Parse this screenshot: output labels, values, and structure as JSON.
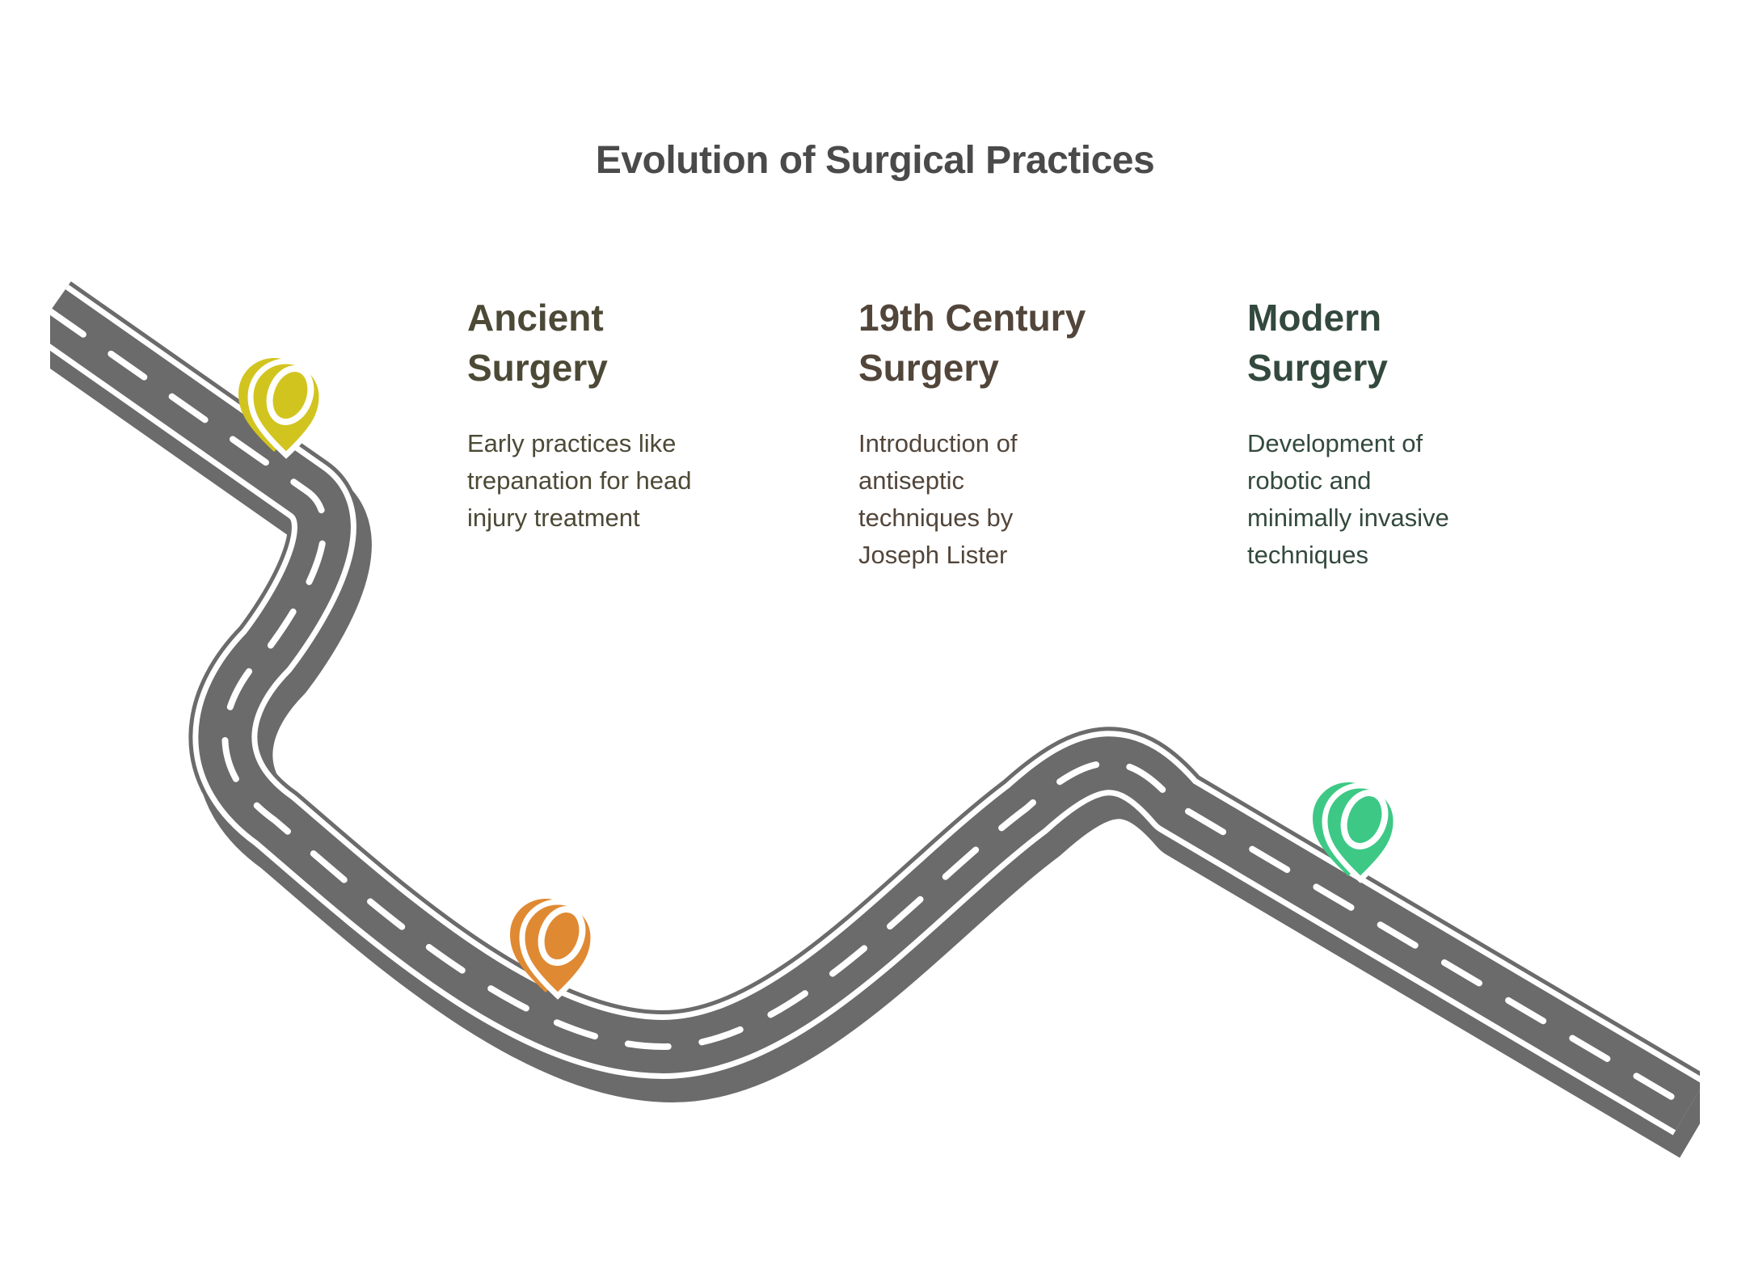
{
  "title": "Evolution of Surgical Practices",
  "title_color": "#4a4a4a",
  "road": {
    "color": "#6b6b6b",
    "line_color": "#ffffff"
  },
  "milestones": [
    {
      "heading_lines": [
        "Ancient",
        "Surgery"
      ],
      "description_lines": [
        "Early practices like",
        "trepanation for head",
        "injury treatment"
      ],
      "pin_color": "#d2c41f",
      "text_color": "#4c4936"
    },
    {
      "heading_lines": [
        "19th Century",
        "Surgery"
      ],
      "description_lines": [
        "Introduction of",
        "antiseptic",
        "techniques by",
        "Joseph Lister"
      ],
      "pin_color": "#df8a33",
      "text_color": "#52453a"
    },
    {
      "heading_lines": [
        "Modern",
        "Surgery"
      ],
      "description_lines": [
        "Development of",
        "robotic and",
        "minimally invasive",
        "techniques"
      ],
      "pin_color": "#3dc985",
      "text_color": "#33493d"
    }
  ]
}
